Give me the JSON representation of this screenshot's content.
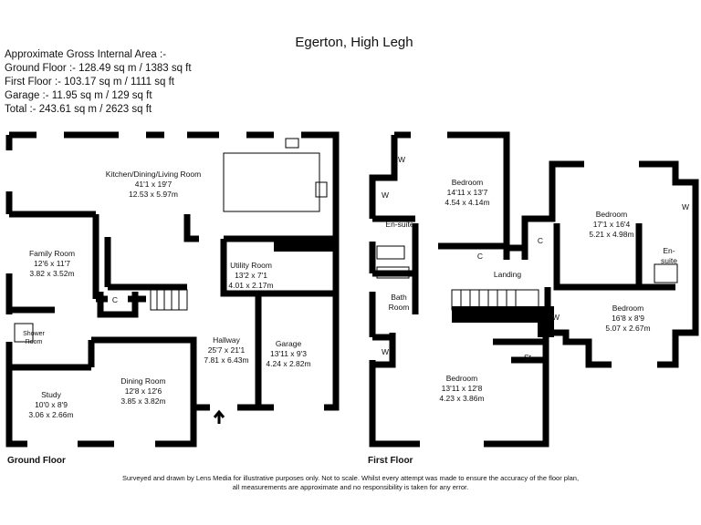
{
  "title": "Egerton, High Legh",
  "area": {
    "heading": "Approximate Gross Internal Area :-",
    "lines": [
      "Ground Floor :- 128.49 sq m / 1383 sq ft",
      "First Floor :- 103.17 sq m / 1111 sq ft",
      "Garage :- 11.95 sq m / 129 sq ft",
      "Total :- 243.61 sq m / 2623 sq ft"
    ]
  },
  "ground_floor": {
    "label": "Ground Floor",
    "rooms": {
      "kitchen": {
        "name": "Kitchen/Dining/Living Room",
        "imperial": "41'1 x 19'7",
        "metric": "12.53 x 5.97m"
      },
      "family": {
        "name": "Family Room",
        "imperial": "12'6 x 11'7",
        "metric": "3.82 x 3.52m"
      },
      "utility": {
        "name": "Utility Room",
        "imperial": "13'2 x 7'1",
        "metric": "4.01 x 2.17m"
      },
      "cupboard": {
        "name": "C"
      },
      "shower": {
        "name1": "Shower",
        "name2": "Room"
      },
      "hallway": {
        "name": "Hallway",
        "imperial": "25'7 x 21'1",
        "metric": "7.81 x 6.43m"
      },
      "garage": {
        "name": "Garage",
        "imperial": "13'11 x 9'3",
        "metric": "4.24 x 2.82m"
      },
      "study": {
        "name": "Study",
        "imperial": "10'0 x 8'9",
        "metric": "3.06 x 2.66m"
      },
      "dining": {
        "name": "Dining Room",
        "imperial": "12'8 x 12'6",
        "metric": "3.85 x 3.82m"
      }
    }
  },
  "first_floor": {
    "label": "First Floor",
    "rooms": {
      "bed1": {
        "name": "Bedroom",
        "imperial": "14'11 x 13'7",
        "metric": "4.54 x 4.14m"
      },
      "bed2": {
        "name": "Bedroom",
        "imperial": "17'1 x 16'4",
        "metric": "5.21 x 4.98m"
      },
      "bed3": {
        "name": "Bedroom",
        "imperial": "16'8 x 8'9",
        "metric": "5.07 x 2.67m"
      },
      "bed4": {
        "name": "Bedroom",
        "imperial": "13'11 x 12'8",
        "metric": "4.23 x 3.86m"
      },
      "ensuite1": {
        "name": "En-suite"
      },
      "ensuite2": {
        "name1": "En-",
        "name2": "suite"
      },
      "bath": {
        "name1": "Bath",
        "name2": "Room"
      },
      "landing": {
        "name": "Landing"
      },
      "cupboard1": {
        "name": "C"
      },
      "cupboard2": {
        "name": "C"
      },
      "store": {
        "name": "St"
      },
      "wardrobe": {
        "name": "W"
      }
    }
  },
  "footer": {
    "line1": "Surveyed and drawn by Lens Media for illustrative purposes only. Not to scale. Whilst every attempt was made to ensure the accuracy of the floor plan,",
    "line2": "all measurements are approximate and no responsibility is taken for any error."
  }
}
